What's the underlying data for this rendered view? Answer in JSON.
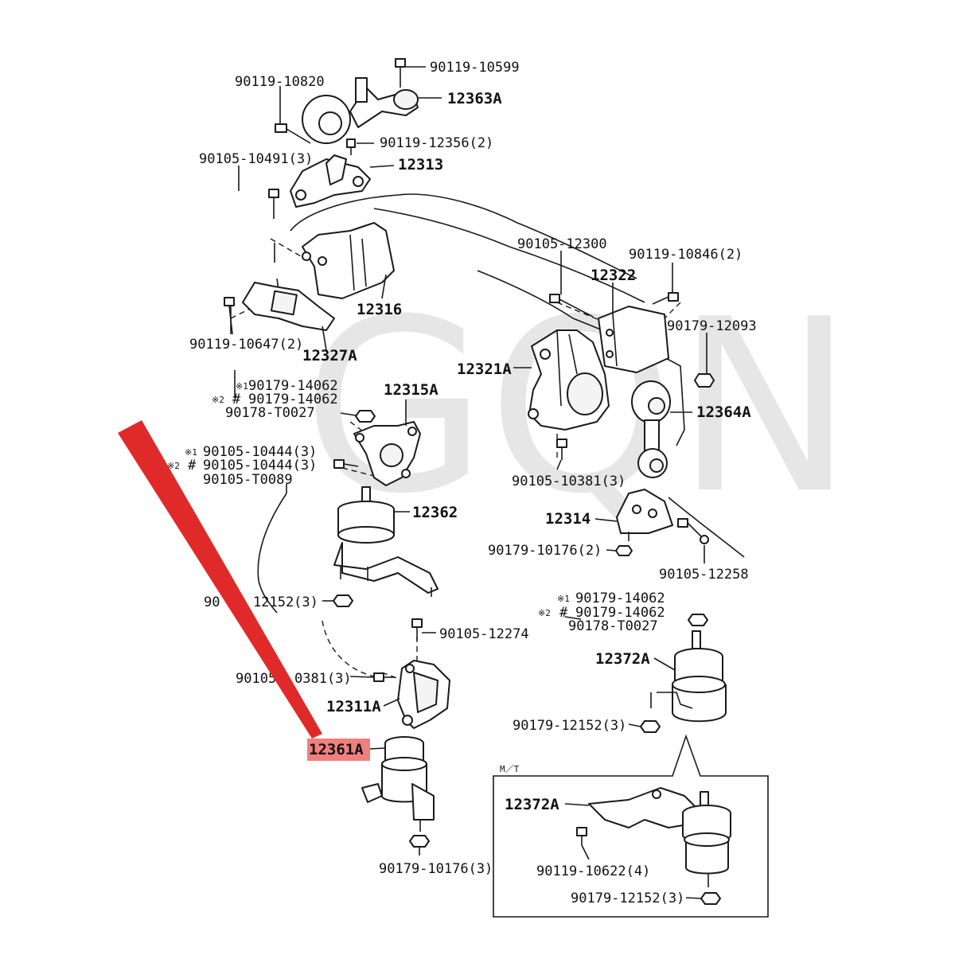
{
  "watermark": "GQN",
  "highlight_label": "12361A",
  "transmission_box_tag": "M／T",
  "labels": {
    "l_90119_10599": "90119-10599",
    "l_90119_10820": "90119-10820",
    "l_12363A": "12363A",
    "l_90119_12356": "90119-12356(2)",
    "l_90105_10491": "90105-10491(3)",
    "l_12313": "12313",
    "l_90105_12300": "90105-12300",
    "l_90119_10846": "90119-10846(2)",
    "l_12322": "12322",
    "l_12316": "12316",
    "l_90179_12093": "90179-12093",
    "l_90119_10647": "90119-10647(2)",
    "l_12327A": "12327A",
    "l_12321A": "12321A",
    "l_s1_90179_14062": "90179-14062",
    "l_s2_90179_14062": "90179-14062",
    "l_90178_T0027": "90178-T0027",
    "l_12315A": "12315A",
    "l_12364A": "12364A",
    "l_s1_90105_10444": "90105-10444(3)",
    "l_s2_90105_10444": "90105-10444(3)",
    "l_90105_T0089": "90105-T0089",
    "l_90105_10381_a": "90105-10381(3)",
    "l_12362": "12362",
    "l_12314": "12314",
    "l_90179_10176_a": "90179-10176(2)",
    "l_90105_12258": "90105-12258",
    "l_90179_12152_a": "12152(3)",
    "l_90179_12152_a_pre": "90",
    "l_s1_90179_14062_b": "90179-14062",
    "l_s2_90179_14062_b": "90179-14062",
    "l_90178_T0027_b": "90178-T0027",
    "l_90105_12274": "90105-12274",
    "l_12372A": "12372A",
    "l_90105_10381_b_pre": "90105",
    "l_90105_10381_b": "0381(3)",
    "l_12311A": "12311A",
    "l_90179_12152_b": "90179-12152(3)",
    "l_90179_10176_b": "90179-10176(3)",
    "l_12372A_mt": "12372A",
    "l_90119_10622": "90119-10622(4)",
    "l_90179_12152_c": "90179-12152(3)"
  },
  "markers": {
    "s1": "※1",
    "s2": "※2",
    "hash": "#"
  },
  "colors": {
    "arrow": "#e02a2a",
    "highlight_bg": "#f08080"
  }
}
